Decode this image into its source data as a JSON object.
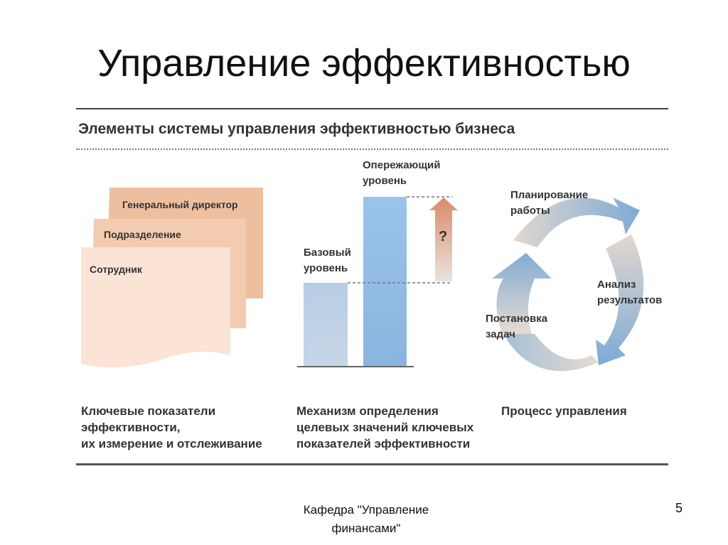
{
  "slide": {
    "title": "Управление эффективностью",
    "panel_heading": "Элементы системы управления эффективностью бизнеса",
    "footer": "Кафедра \"Управление финансами\"",
    "slide_number": "5"
  },
  "org_levels": {
    "director": "Генеральный директор",
    "division": "Подразделение",
    "employee": "Сотрудник"
  },
  "target_levels": {
    "leading_line1": "Опережающий",
    "leading_line2": "уровень",
    "base_line1": "Базовый",
    "base_line2": "уровень",
    "question": "?"
  },
  "cycle": {
    "planning_line1": "Планирование",
    "planning_line2": "работы",
    "analysis_line1": "Анализ",
    "analysis_line2": "результатов",
    "tasks_line1": "Постановка",
    "tasks_line2": "задач"
  },
  "captions": {
    "col1_line1": "Ключевые показатели",
    "col1_line2": "эффективности,",
    "col1_line3": "их измерение и отслеживание",
    "col2_line1": "Механизм определения",
    "col2_line2": "целевых значений ключевых",
    "col2_line3": "показателей эффективности",
    "col3_line1": "Процесс управления"
  },
  "colors": {
    "sheet_back": "#eebf9f",
    "sheet_mid": "#f3cbb0",
    "sheet_front": "#fbe4d5",
    "bar_blue": "#93bde6",
    "cycle_blue": "#8fb6dc",
    "cycle_beige": "#e8d9cf"
  }
}
